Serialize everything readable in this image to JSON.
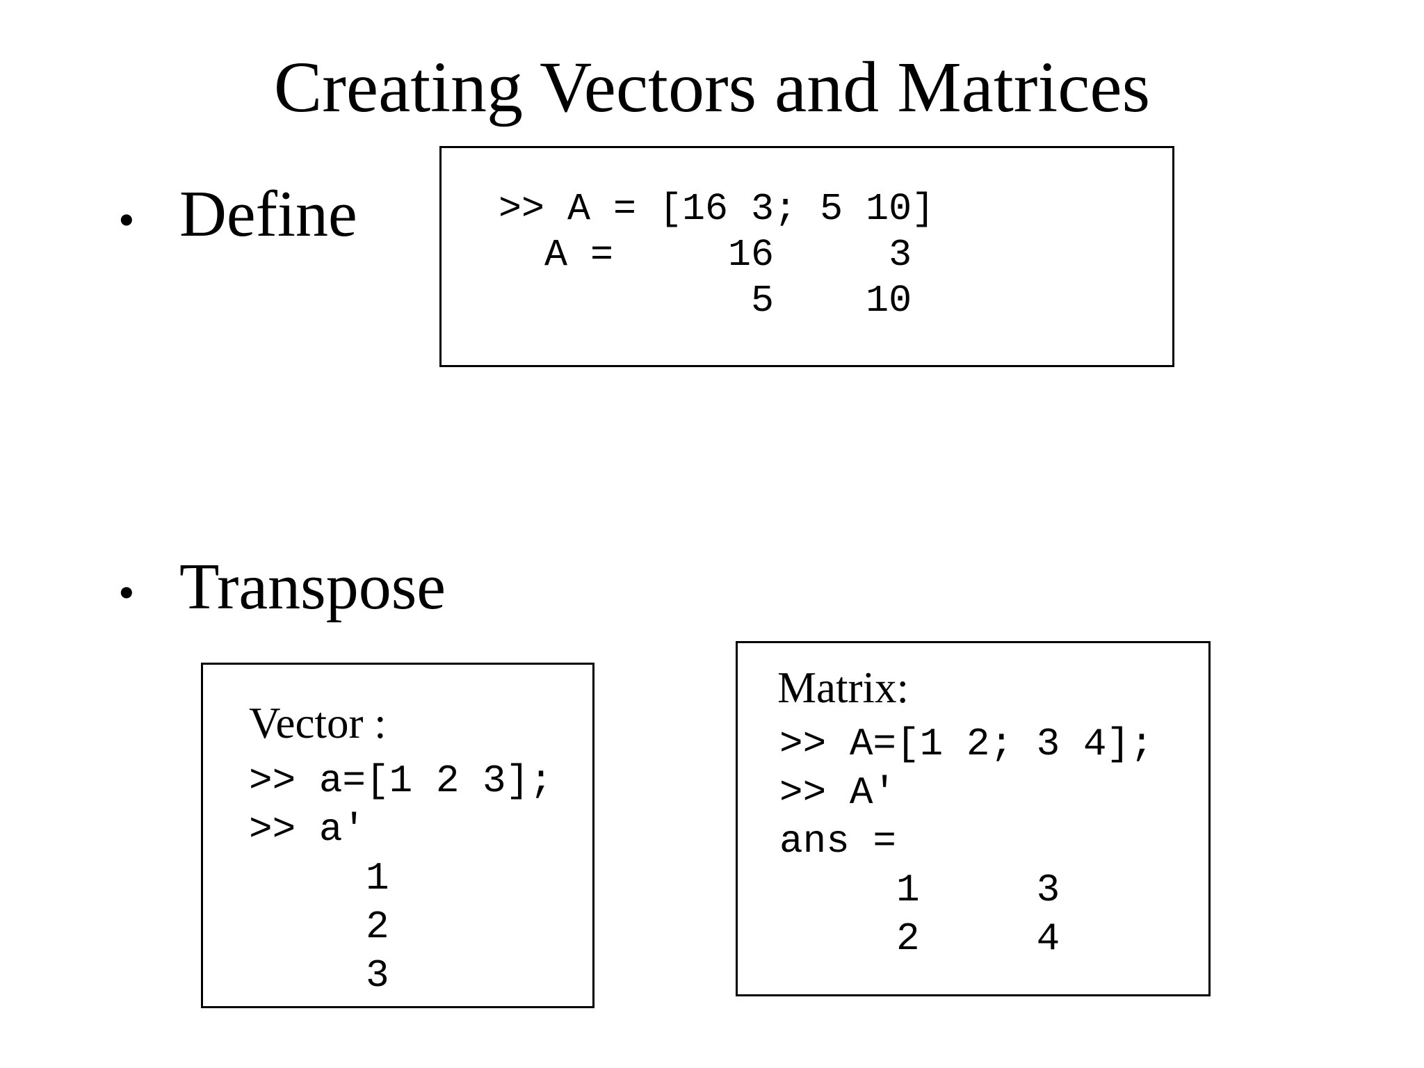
{
  "title": "Creating Vectors and Matrices",
  "bullets": {
    "define": {
      "marker": "•",
      "label": "Define"
    },
    "transpose": {
      "marker": "•",
      "label": "Transpose"
    }
  },
  "boxes": {
    "define": {
      "code": ">> A = [16 3; 5 10]\n  A =     16     3\n           5    10"
    },
    "vector": {
      "heading": "Vector :",
      "code": ">> a=[1 2 3];\n>> a'\n     1\n     2\n     3"
    },
    "matrix": {
      "heading": "Matrix:",
      "code": ">> A=[1 2; 3 4];\n>> A'\nans =\n     1     3\n     2     4"
    }
  },
  "colors": {
    "background": "#ffffff",
    "text": "#000000",
    "border": "#000000"
  }
}
